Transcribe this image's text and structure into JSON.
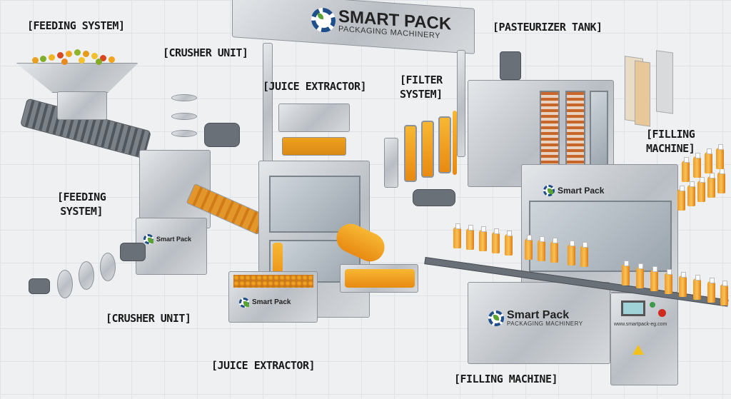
{
  "sign": {
    "brand": "SMART PACK",
    "tagline": "PACKAGING MACHINERY"
  },
  "labels": {
    "feeding_top": "[FEEDING SYSTEM]",
    "crusher_top": "[CRUSHER UNIT]",
    "extractor_top": "[JUICE EXTRACTOR]",
    "filter_line1": "[FILTER",
    "filter_line2": "SYSTEM]",
    "pasteurizer": "[PASTEURIZER TANK]",
    "filling_line1": "[FILLING",
    "filling_line2": "MACHINE]",
    "feeding_line1": "[FEEDING",
    "feeding_line2": "SYSTEM]",
    "crusher_bottom": "[CRUSHER UNIT]",
    "extractor_bottom": "[JUICE EXTRACTOR]",
    "filling_bottom": "[FILLING MACHINE]"
  },
  "machine_logo": {
    "brand": "Smart Pack",
    "tagline": "PACKAGING MACHINERY"
  },
  "website": "www.smartpack-eg.com",
  "colors": {
    "juice": "#f0a020",
    "steel": "#c4c8cc",
    "brand_blue": "#1f4f8a",
    "brand_green": "#5aa333"
  }
}
